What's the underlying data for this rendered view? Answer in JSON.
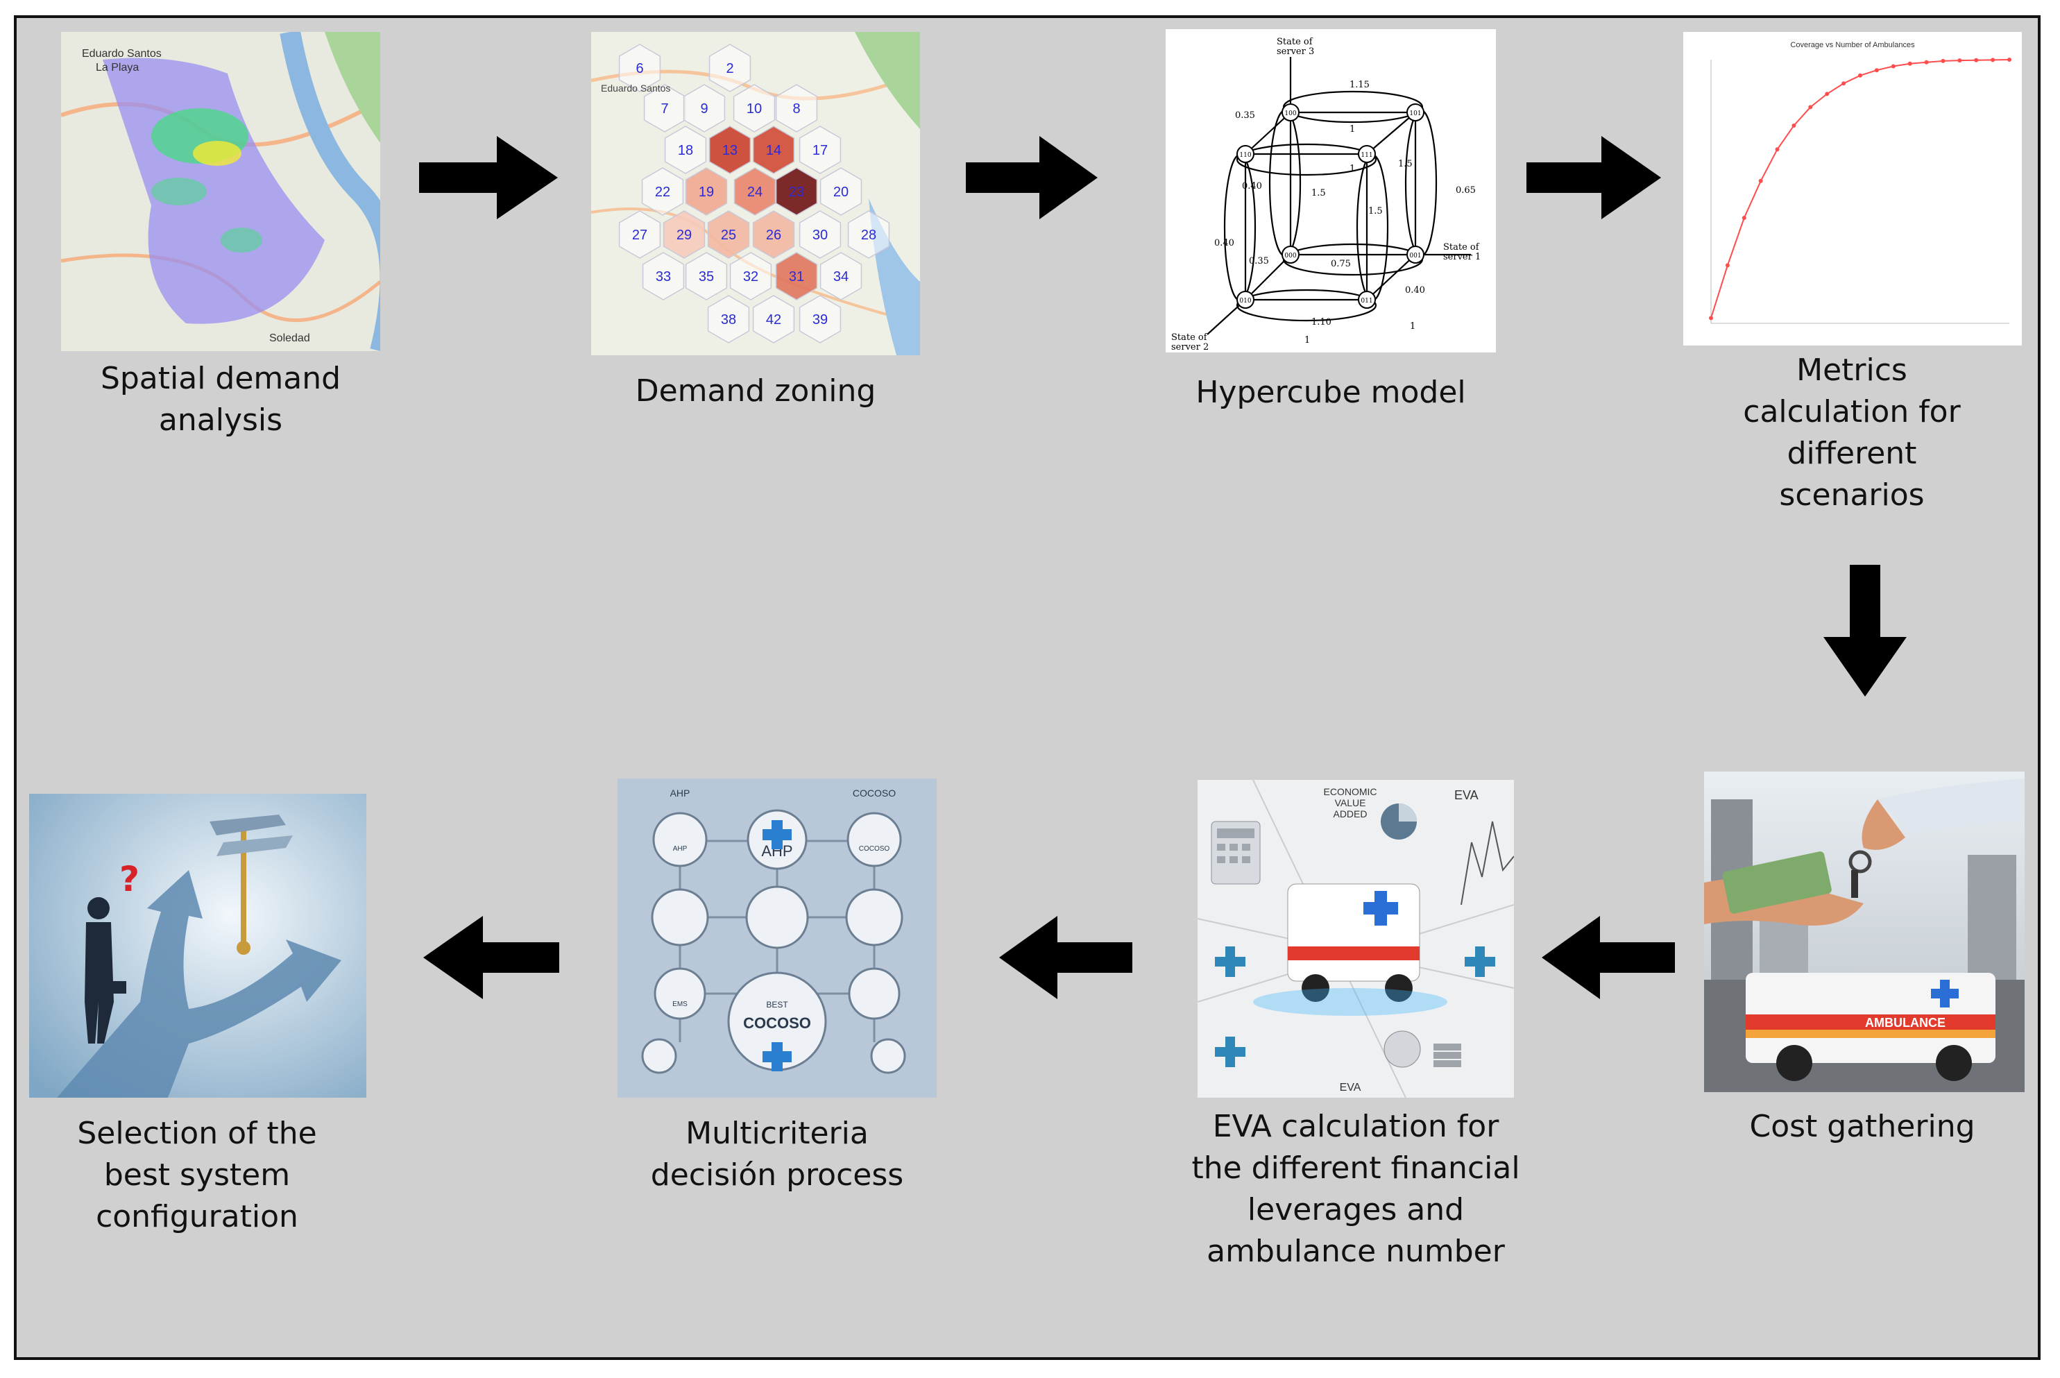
{
  "steps": [
    {
      "id": "spatial",
      "caption": "Spatial demand\nanalysis",
      "map_labels": [
        "Eduardo Santos\nLa Playa",
        "Soledad"
      ]
    },
    {
      "id": "zoning",
      "caption": "Demand zoning",
      "hex_cells": [
        "6",
        "2",
        "7",
        "9",
        "10",
        "8",
        "18",
        "13",
        "14",
        "17",
        "22",
        "19",
        "24",
        "23",
        "20",
        "27",
        "29",
        "25",
        "26",
        "30",
        "28",
        "33",
        "35",
        "32",
        "31",
        "34",
        "38",
        "42",
        "39"
      ],
      "map_labels": [
        "Eduardo Santos"
      ]
    },
    {
      "id": "hypercube",
      "caption": "Hypercube model",
      "node_labels": [
        "100",
        "101",
        "110",
        "111",
        "000",
        "001",
        "010",
        "011"
      ],
      "rate_labels": [
        "1.15",
        "0.35",
        "0.40",
        "1.5",
        "1.5",
        "0.65",
        "0.40",
        "1.5",
        "0.35",
        "0.75",
        "0.40",
        "1.10",
        "1",
        "1",
        "1",
        "1"
      ],
      "axis_labels": [
        "State of\nserver 3",
        "State of\nserver 1",
        "State of\nserver 2"
      ]
    },
    {
      "id": "metrics",
      "caption": "Metrics\ncalculation for\ndifferent\nscenarios",
      "chart_title": "Coverage vs Number of Ambulances"
    },
    {
      "id": "cost",
      "caption": "Cost gathering",
      "badge": "AMBULANCE"
    },
    {
      "id": "eva",
      "caption": "EVA calculation for\nthe different financial\nleverages and\nambulance number",
      "labels": [
        "ECONOMIC\nVALUE\nADDED",
        "EVA",
        "EVA"
      ]
    },
    {
      "id": "mcdm",
      "caption": "Multicriteria\ndecisión process",
      "labels": [
        "AHP",
        "COCOSO",
        "AHP",
        "BEST",
        "COCOSO",
        "AHP",
        "EMS",
        "COCOSO"
      ]
    },
    {
      "id": "selection",
      "caption": "Selection of the\nbest system\nconfiguration",
      "mark": "?"
    }
  ],
  "chart_data": {
    "type": "line",
    "title": "Coverage vs Number of Ambulances",
    "series": [
      {
        "values": [
          0.02,
          0.22,
          0.4,
          0.54,
          0.66,
          0.75,
          0.82,
          0.87,
          0.91,
          0.94,
          0.96,
          0.975,
          0.985,
          0.99,
          0.995,
          0.997,
          0.998,
          0.999,
          1.0
        ]
      }
    ],
    "x": [
      1,
      2,
      3,
      4,
      5,
      6,
      7,
      8,
      9,
      10,
      11,
      12,
      13,
      14,
      15,
      16,
      17,
      18,
      19
    ],
    "ylim": [
      0,
      1
    ]
  },
  "colors": {
    "background": "#d0d0d0",
    "arrow": "#000000",
    "heat_high": "#8b1a1a",
    "line": "#ff4d4d"
  }
}
